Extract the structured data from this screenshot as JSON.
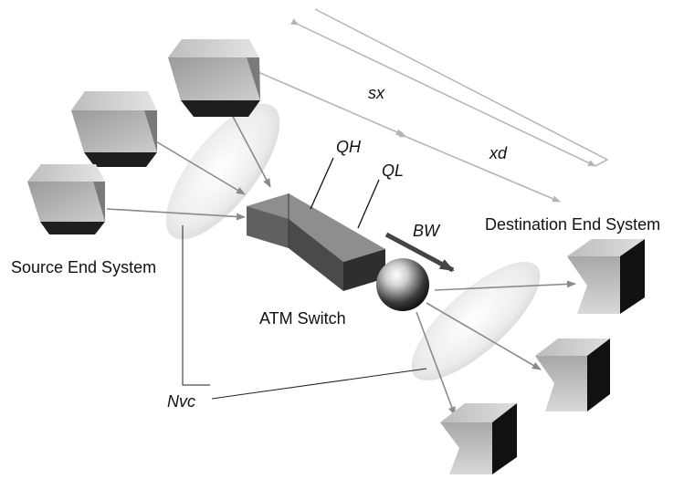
{
  "labels": {
    "sx": "sx",
    "xd": "xd",
    "qh": "QH",
    "ql": "QL",
    "bw": "BW",
    "source": "Source End System",
    "destination": "Destination End System",
    "switch": "ATM Switch",
    "nvc": "Nvc"
  },
  "colors": {
    "arrow": "#8a8a8a",
    "dim_line": "#b4b4b4",
    "bw_arrow": "#444444",
    "ellipse": "#e6e6e6",
    "box_light": "#c8c8c8",
    "box_dark": "#1a1a1a"
  }
}
